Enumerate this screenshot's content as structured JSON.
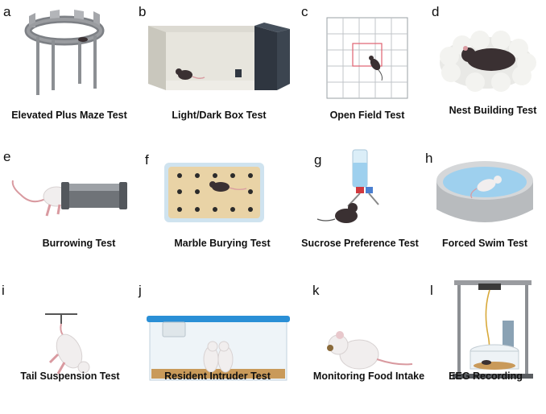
{
  "panels": [
    {
      "label": "a",
      "caption": "Elevated Plus Maze Test",
      "icon": "elevated-plus-maze-icon"
    },
    {
      "label": "b",
      "caption": "Light/Dark Box Test",
      "icon": "light-dark-box-icon"
    },
    {
      "label": "c",
      "caption": "Open Field Test",
      "icon": "open-field-icon"
    },
    {
      "label": "d",
      "caption": "Nest Building Test",
      "icon": "nest-building-icon"
    },
    {
      "label": "e",
      "caption": "Burrowing Test",
      "icon": "burrowing-tube-icon"
    },
    {
      "label": "f",
      "caption": "Marble Burying Test",
      "icon": "marble-burying-icon"
    },
    {
      "label": "g",
      "caption": "Sucrose Preference Test",
      "icon": "sucrose-bottle-icon"
    },
    {
      "label": "h",
      "caption": "Forced Swim Test",
      "icon": "forced-swim-icon"
    },
    {
      "label": "i",
      "caption": "Tail Suspension Test",
      "icon": "tail-suspension-icon"
    },
    {
      "label": "j",
      "caption": "Resident Intruder Test",
      "icon": "resident-intruder-icon"
    },
    {
      "label": "k",
      "caption": "Monitoring Food Intake",
      "icon": "food-intake-icon"
    },
    {
      "label": "l",
      "caption": "EEG Recording",
      "icon": "eeg-recording-icon"
    }
  ],
  "colors": {
    "mouse_dark": "#3a3032",
    "mouse_white": "#f1eeee",
    "mouse_pink": "#d99aa0",
    "water_blue": "#9ed0ee",
    "cage_blue": "#2a8fd6",
    "bedding": "#c99a5a"
  }
}
